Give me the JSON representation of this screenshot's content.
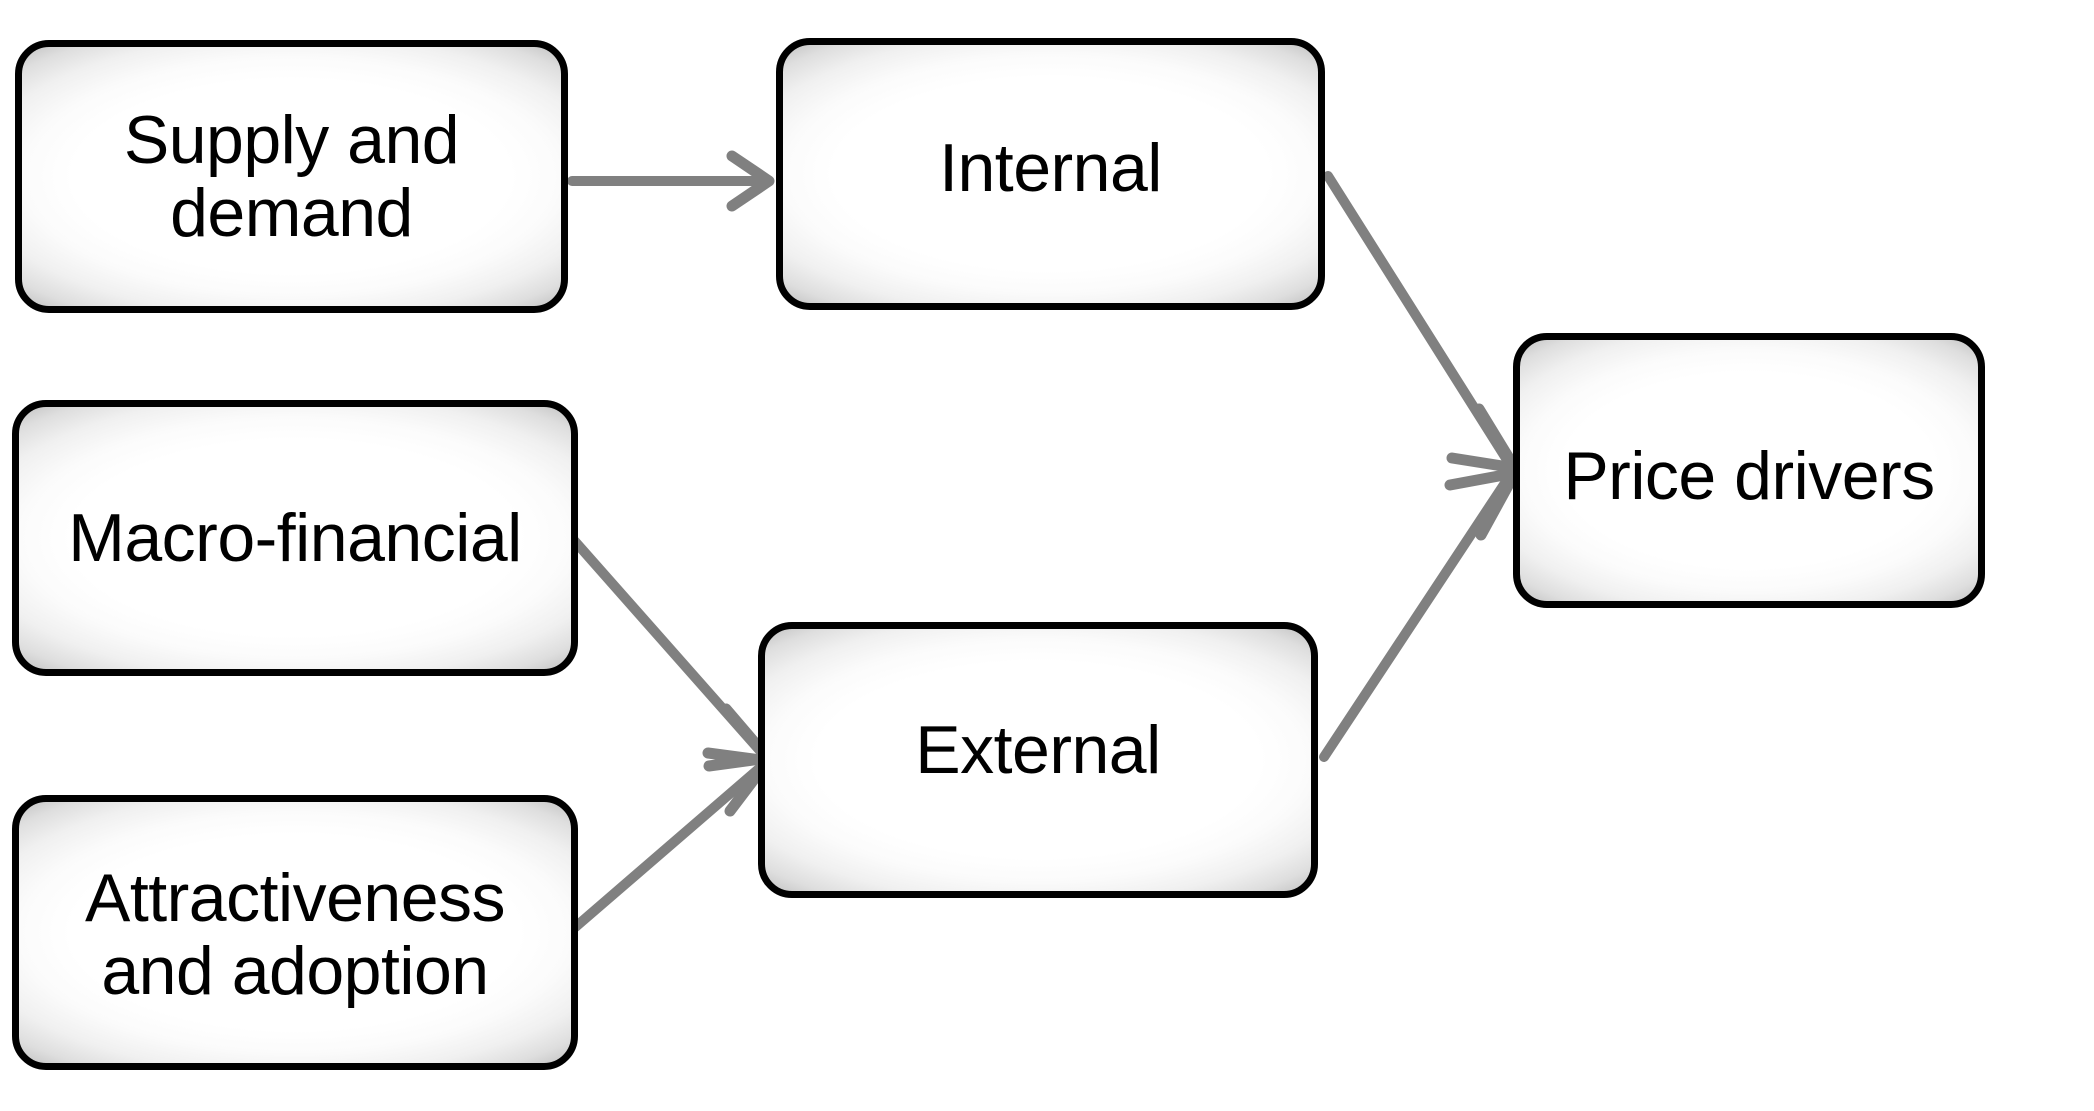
{
  "diagram": {
    "title": "Price drivers",
    "background_color": "#ffffff",
    "node_border_color": "#000000",
    "node_fill_color": "#ffffff",
    "connector_color": "#808080",
    "text_color": "#000000",
    "nodes": [
      {
        "id": "supply-demand",
        "label": "Supply and\ndemand",
        "column": "left",
        "row": 1
      },
      {
        "id": "macro-financial",
        "label": "Macro-financial",
        "column": "left",
        "row": 2
      },
      {
        "id": "attractiveness-adoption",
        "label": "Attractiveness\nand adoption",
        "column": "left",
        "row": 3
      },
      {
        "id": "internal",
        "label": "Internal",
        "column": "middle",
        "row": 1
      },
      {
        "id": "external",
        "label": "External",
        "column": "middle",
        "row": 2
      },
      {
        "id": "price-drivers",
        "label": "Price drivers",
        "column": "right",
        "row": 1
      }
    ],
    "edges": [
      {
        "id": "supply-to-internal",
        "from": "supply-demand",
        "to": "internal"
      },
      {
        "id": "macro-to-external",
        "from": "macro-financial",
        "to": "external"
      },
      {
        "id": "attractiveness-to-external",
        "from": "attractiveness-adoption",
        "to": "external"
      },
      {
        "id": "internal-to-price",
        "from": "internal",
        "to": "price-drivers"
      },
      {
        "id": "external-to-price",
        "from": "external",
        "to": "price-drivers"
      }
    ]
  }
}
